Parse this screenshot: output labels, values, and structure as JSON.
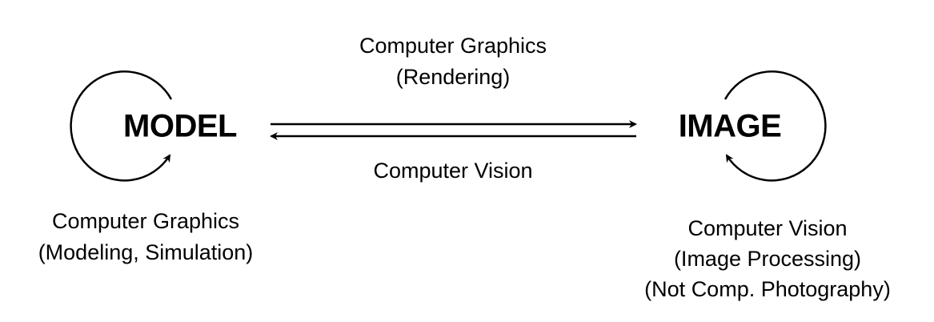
{
  "nodes": {
    "model": "MODEL",
    "image": "IMAGE"
  },
  "edges": {
    "forward": {
      "line1": "Computer Graphics",
      "line2": "(Rendering)"
    },
    "backward": {
      "line1": "Computer Vision"
    }
  },
  "loops": {
    "model": {
      "line1": "Computer Graphics",
      "line2": "(Modeling, Simulation)"
    },
    "image": {
      "line1": "Computer Vision",
      "line2": "(Image Processing)",
      "line3": "(Not Comp. Photography)"
    }
  }
}
